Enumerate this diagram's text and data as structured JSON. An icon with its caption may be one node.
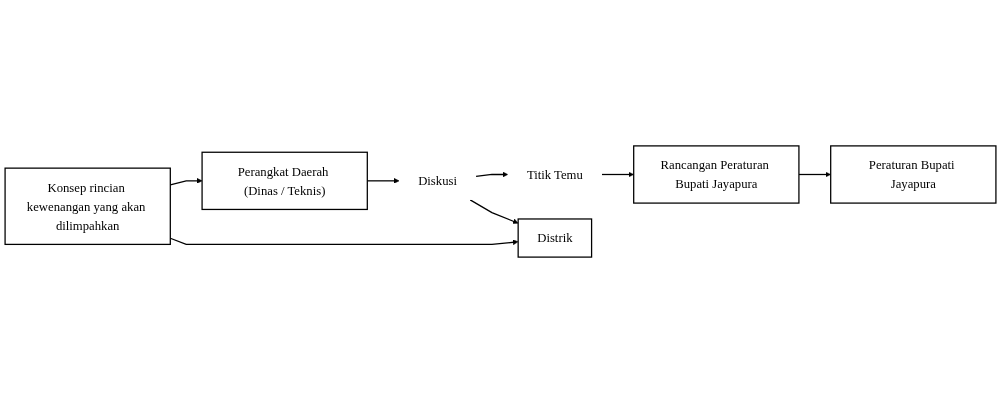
{
  "diagram": {
    "nodes": [
      {
        "text": [
          "Konsep rincian kewenangan yang akan dilimpahkan"
        ]
      },
      {
        "text": [
          "Perangkat Daerah (Dinas / Teknis)"
        ]
      },
      {
        "text": [
          "Diskusi"
        ]
      },
      {
        "text": [
          "Titik Temu"
        ]
      },
      {
        "text": [
          "Rancangan Peraturan Bupati Jayapura"
        ]
      },
      {
        "text": [
          "Distrik"
        ]
      },
      {
        "text": [
          "Peraturan Bupati Jayapura"
        ]
      }
    ],
    "edges": [
      {
        "from": 0,
        "to": 1,
        "arrow": "to"
      },
      {
        "from": 0,
        "to": 5,
        "arrow": "to"
      },
      {
        "from": 1,
        "to": 2,
        "arrow": "to"
      },
      {
        "from": 2,
        "to": 5,
        "arrow": "to"
      },
      {
        "from": 2,
        "to": 3,
        "arrow": "to"
      },
      {
        "from": 3,
        "to": 4,
        "arrow": "to"
      },
      {
        "from": 4,
        "to": 6,
        "arrow": "to"
      }
    ]
  }
}
